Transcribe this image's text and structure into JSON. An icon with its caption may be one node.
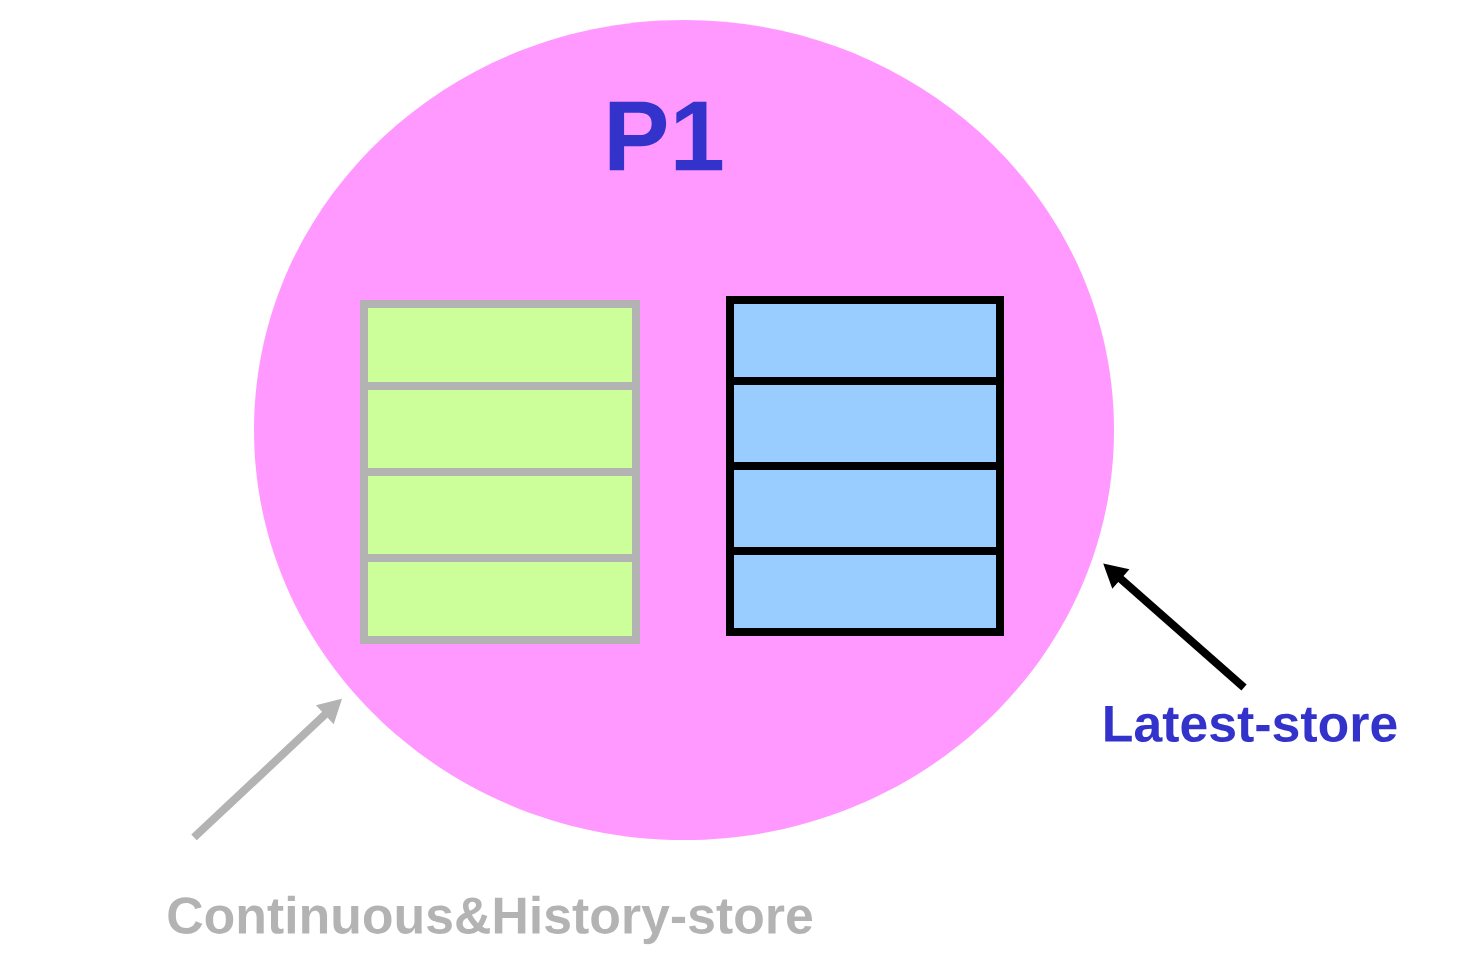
{
  "diagram": {
    "nodes": [
      {
        "text": [
          "P1"
        ]
      },
      {
        "text": [],
        "shape": "box",
        "in": 0
      },
      {
        "text": [],
        "shape": "box",
        "in": 0
      },
      {
        "text": [
          "Continuous&History-store"
        ]
      },
      {
        "text": [
          "Latest-store"
        ]
      }
    ],
    "edges": [
      {
        "from": 3,
        "to": 0,
        "arrow": "to",
        "color": "#b3b3b3"
      },
      {
        "from": 4,
        "to": 0,
        "arrow": "to",
        "color": "#000000"
      }
    ]
  }
}
